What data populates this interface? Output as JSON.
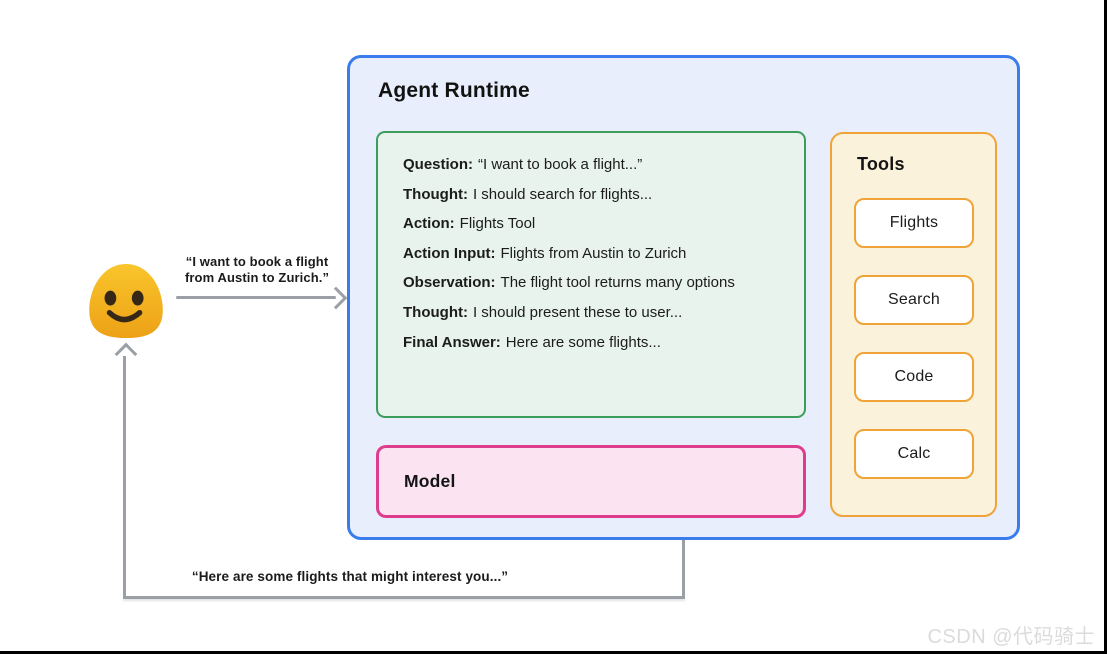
{
  "captions": {
    "request_line1": "“I want to book a flight",
    "request_line2": "from Austin to Zurich.”",
    "response": "“Here are some flights that might interest you...”"
  },
  "runtime": {
    "title": "Agent Runtime",
    "scratchpad": [
      {
        "label": "Question:",
        "text": "“I want to book a flight...”"
      },
      {
        "label": "Thought:",
        "text": "I should search for flights..."
      },
      {
        "label": "Action:",
        "text": "Flights Tool"
      },
      {
        "label": "Action Input:",
        "text": "Flights from Austin to Zurich"
      },
      {
        "label": "Observation:",
        "text": "The flight tool returns many options"
      },
      {
        "label": "Thought:",
        "text": "I should present these to user..."
      },
      {
        "label": "Final Answer:",
        "text": "Here are some flights..."
      }
    ],
    "model_label": "Model"
  },
  "tools": {
    "title": "Tools",
    "items": [
      "Flights",
      "Search",
      "Code",
      "Calc"
    ]
  },
  "watermark": "CSDN @代码骑士",
  "colors": {
    "runtime-border": "#3b7cec",
    "runtime-bg": "#e8eefb",
    "scratchpad-border": "#3c9d5c",
    "scratchpad-bg": "#e7f3ec",
    "tools-border": "#f0a437",
    "tools-bg": "#fbf2dc",
    "model-border": "#de3d8d",
    "model-bg": "#fbe3f1",
    "arrow-gray": "#9aa0a6",
    "emoji-yellow": "#f6bb17",
    "text-dark": "#1b1b1b",
    "watermark-gray": "#dbdbdb"
  }
}
